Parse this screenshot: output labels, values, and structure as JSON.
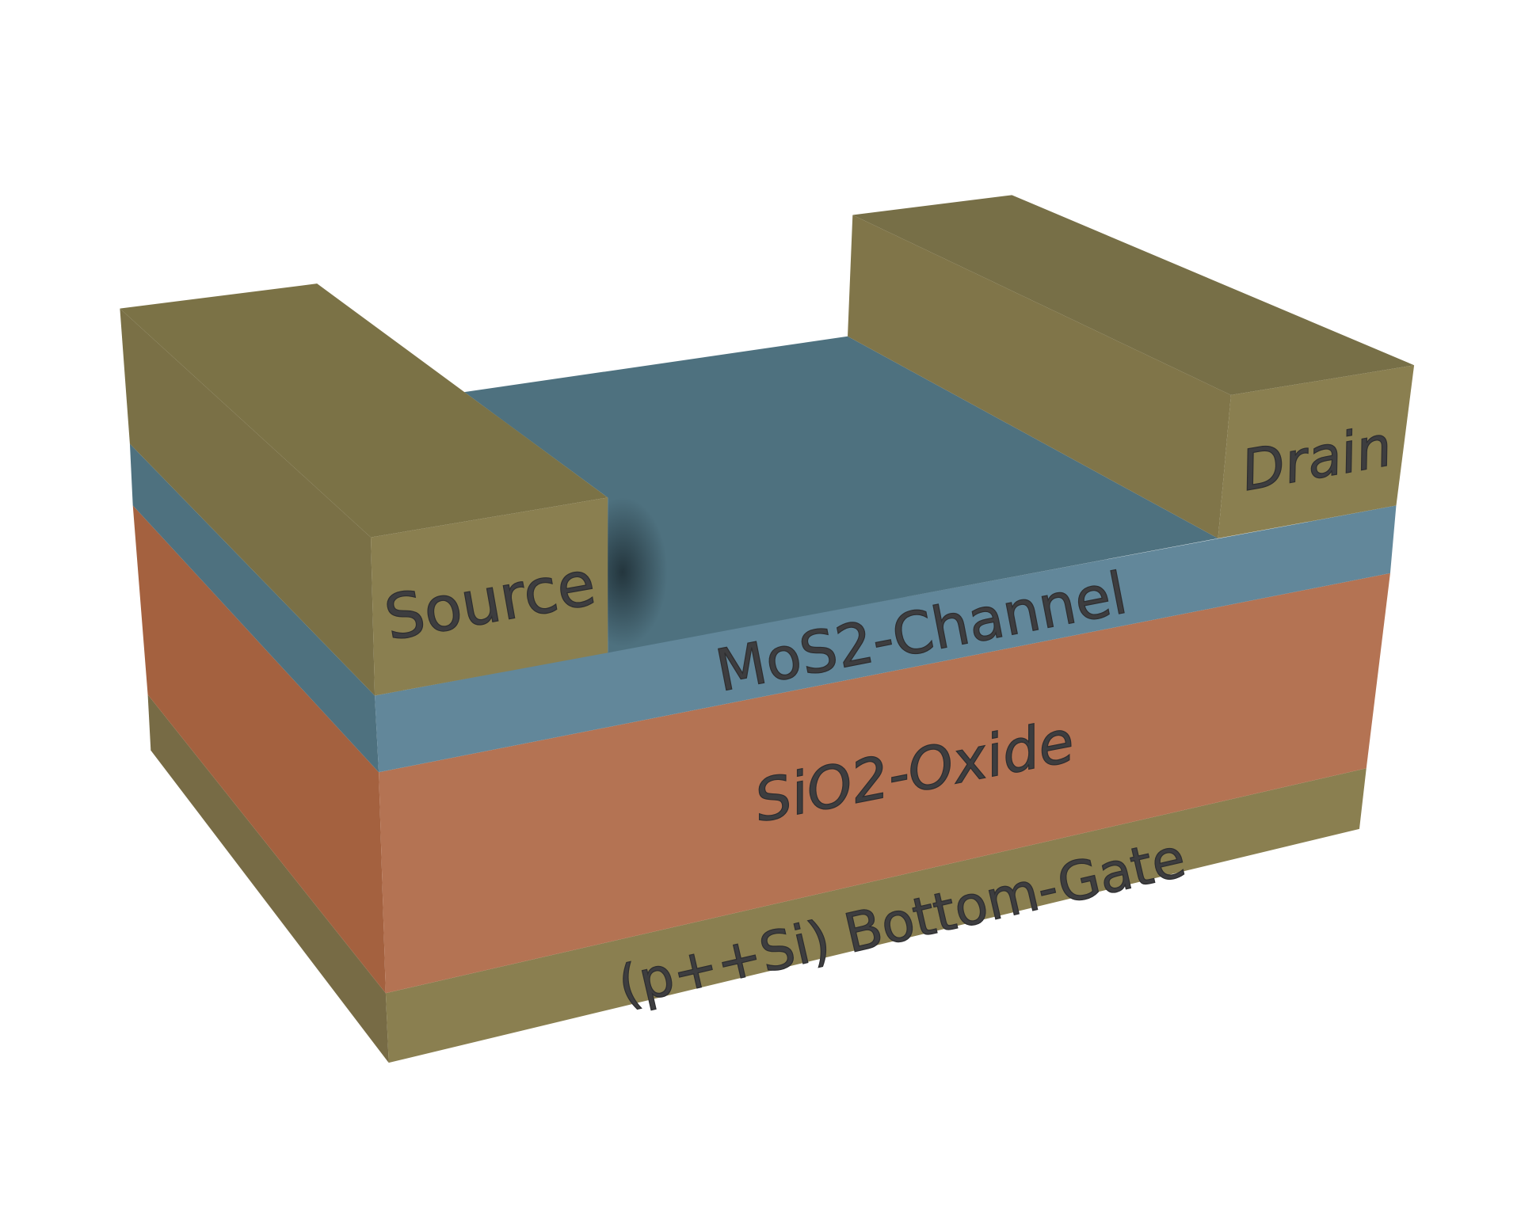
{
  "labels": {
    "source": "Source",
    "drain": "Drain",
    "channel": "MoS2-Channel",
    "oxide": "SiO2-Oxide",
    "gate": "(p++Si) Bottom-Gate"
  },
  "colors": {
    "contact_top": "#776f47",
    "contact_side": "#7d7347",
    "contact_front": "#8a7f50",
    "channel_top": "#4e717f",
    "channel_front": "#62879a",
    "oxide_front": "#b47353",
    "oxide_side": "#a4613f",
    "gate_front": "#8a7f50",
    "gate_side": "#776b45",
    "text": "#3d3d3f"
  }
}
